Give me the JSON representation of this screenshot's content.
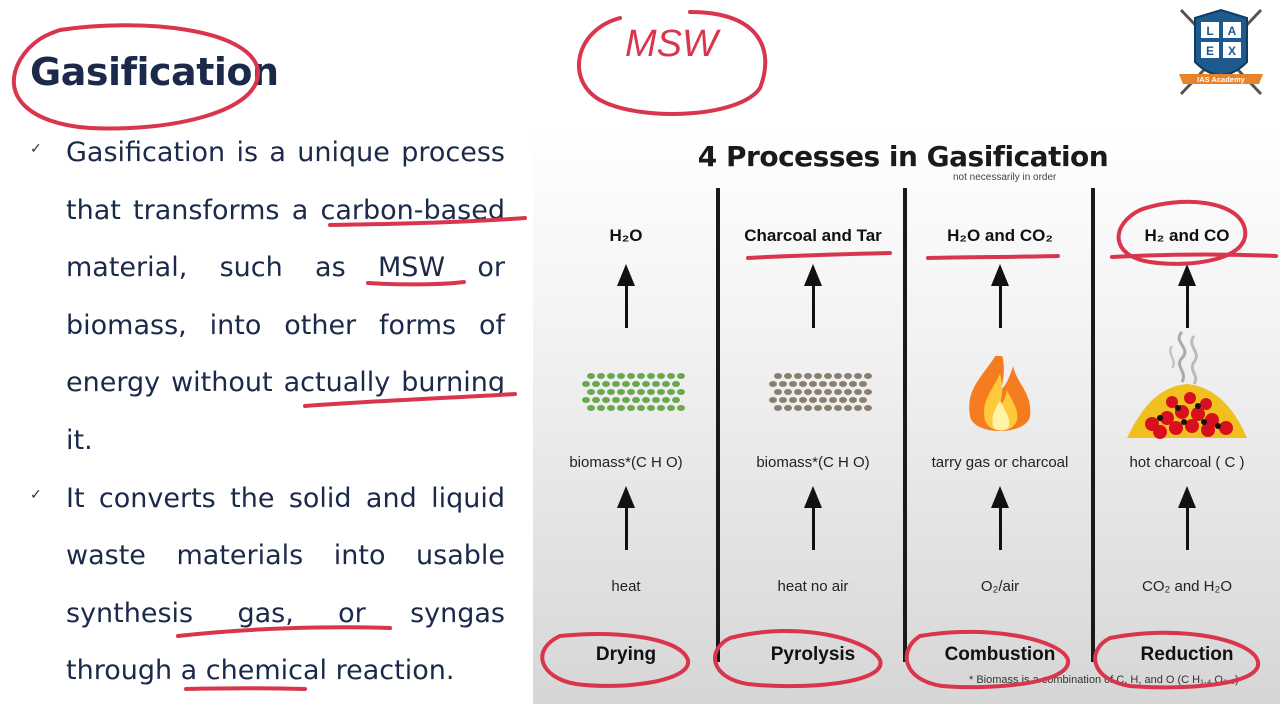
{
  "slide": {
    "title": "Gasification",
    "bullets": [
      "Gasification is a unique process that transforms a carbon-based material, such as MSW or biomass, into other forms of energy without actually burning it.",
      "It converts the solid and liquid waste materials into usable synthesis gas, or syngas through a chemical reaction."
    ]
  },
  "logo": {
    "letters": [
      "L",
      "A",
      "E",
      "X"
    ],
    "text": "IAS Academy"
  },
  "handwritten_note": "MSW",
  "diagram": {
    "title": "4 Processes in Gasification",
    "subtitle": "not necessarily in order",
    "columns": [
      {
        "label": "Drying",
        "output": "H₂O",
        "material": "biomass*(C H O)",
        "input": "heat"
      },
      {
        "label": "Pyrolysis",
        "output": "Charcoal and Tar",
        "material": "biomass*(C H O)",
        "input": "heat no air"
      },
      {
        "label": "Combustion",
        "output": "H₂O and CO₂",
        "material": "tarry gas or charcoal",
        "input": "O₂/air"
      },
      {
        "label": "Reduction",
        "output": "H₂ and CO",
        "material": "hot charcoal ( C )",
        "input": "CO₂ and H₂O"
      }
    ],
    "footnote": "* Biomass is a combination of C, H, and O (C H₁.₄ O₀.₆)"
  },
  "colors": {
    "title": "#1b2a4a",
    "annotation": "#d9354c",
    "logo_blue": "#1e5a8e",
    "logo_orange": "#e8832a"
  }
}
